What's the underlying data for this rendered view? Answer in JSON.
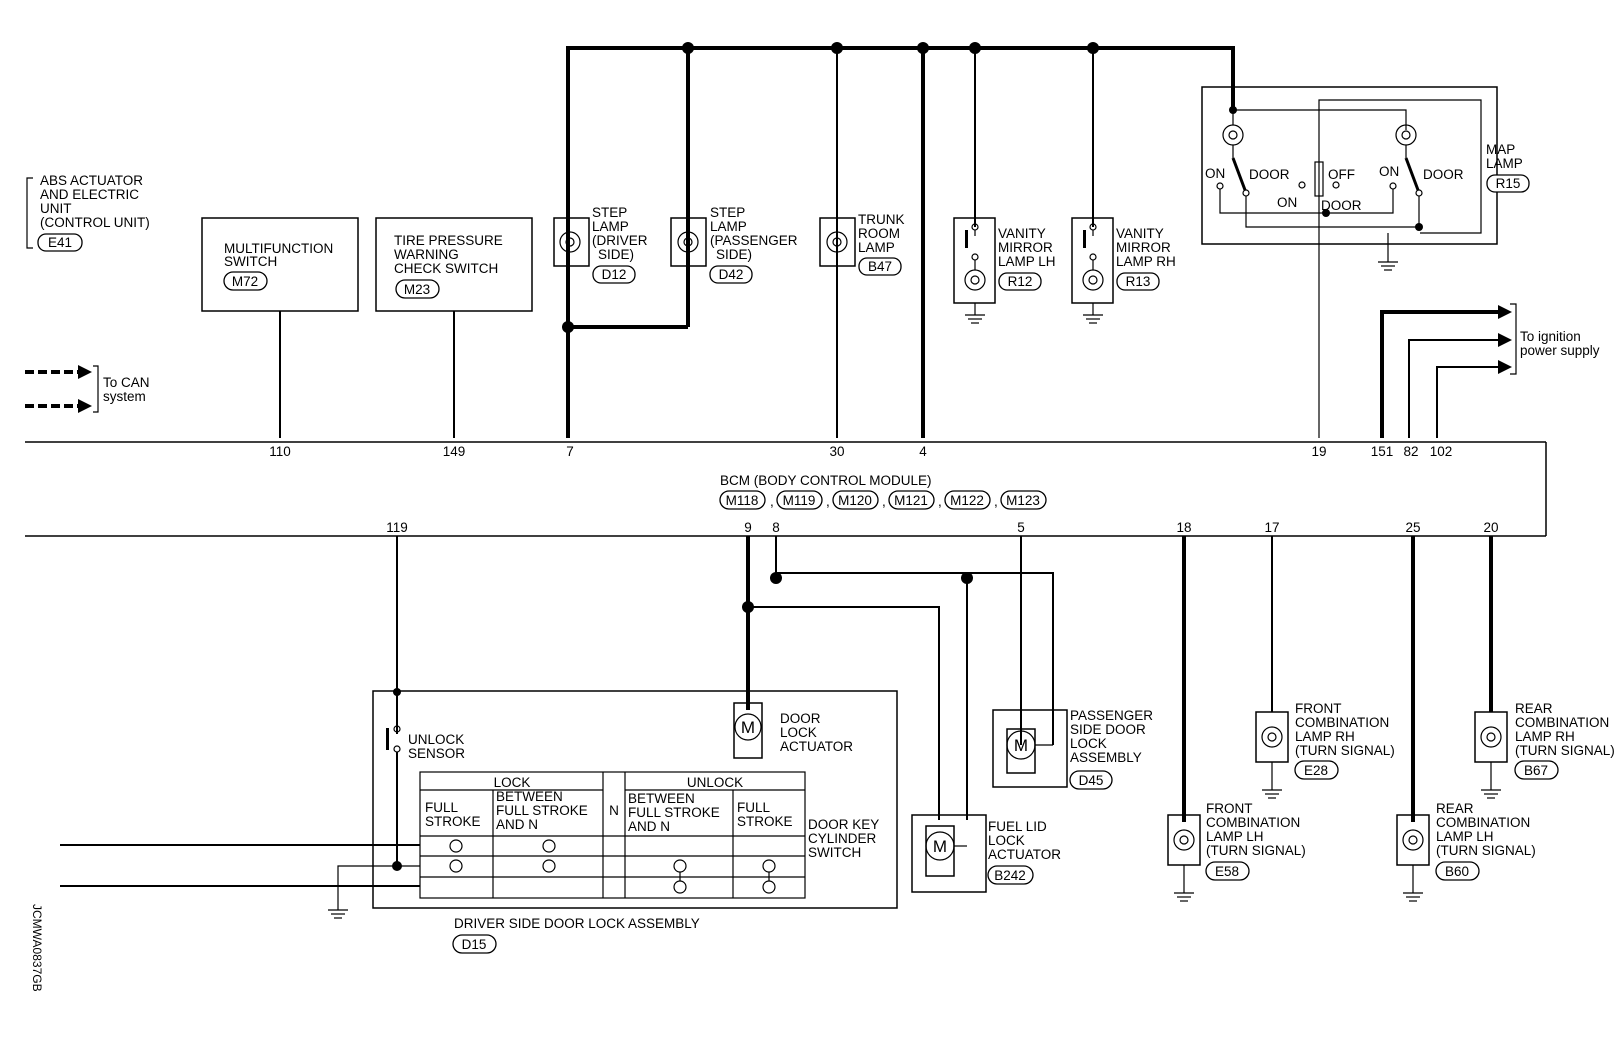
{
  "abs_unit": {
    "lines": [
      "ABS ACTUATOR",
      "AND ELECTRIC",
      "UNIT",
      "(CONTROL UNIT)"
    ],
    "connector": "E41"
  },
  "can": {
    "lines": [
      "To CAN",
      "system"
    ]
  },
  "ignition": {
    "lines": [
      "To ignition",
      "power supply"
    ]
  },
  "multifunction": {
    "lines": [
      "MULTIFUNCTION",
      "SWITCH"
    ],
    "connector": "M72",
    "terminal": "110"
  },
  "tire_pressure": {
    "lines": [
      "TIRE PRESSURE",
      "WARNING",
      "CHECK SWITCH"
    ],
    "connector": "M23",
    "terminal": "149"
  },
  "step_lamp_driver": {
    "lines": [
      "STEP",
      "LAMP",
      "(DRIVER",
      "SIDE)"
    ],
    "connector": "D12"
  },
  "step_lamp_passenger": {
    "lines": [
      "STEP",
      "LAMP",
      "(PASSENGER",
      "SIDE)"
    ],
    "connector": "D42"
  },
  "trunk_lamp": {
    "lines": [
      "TRUNK",
      "ROOM",
      "LAMP"
    ],
    "connector": "B47"
  },
  "vanity_lh": {
    "lines": [
      "VANITY",
      "MIRROR",
      "LAMP LH"
    ],
    "connector": "R12"
  },
  "vanity_rh": {
    "lines": [
      "VANITY",
      "MIRROR",
      "LAMP RH"
    ],
    "connector": "R13"
  },
  "map_lamp": {
    "lines": [
      "MAP",
      "LAMP"
    ],
    "connector": "R15",
    "switch_labels": {
      "on_left": "ON",
      "door_left": "DOOR",
      "off": "OFF",
      "on_mid": "ON",
      "door_mid": "DOOR",
      "on_right": "ON",
      "door_right": "DOOR"
    }
  },
  "bcm": {
    "title": "BCM (BODY CONTROL MODULE)",
    "connectors": [
      "M118",
      "M119",
      "M120",
      "M121",
      "M122",
      "M123"
    ],
    "top_terminals": [
      "110",
      "149",
      "7",
      "30",
      "4",
      "19",
      "151",
      "82",
      "102"
    ],
    "bottom_terminals": [
      "119",
      "9",
      "8",
      "5",
      "18",
      "17",
      "25",
      "20"
    ]
  },
  "unlock_sensor": {
    "lines": [
      "UNLOCK",
      "SENSOR"
    ]
  },
  "door_lock_actuator": {
    "lines": [
      "DOOR",
      "LOCK",
      "ACTUATOR"
    ],
    "symbol": "M"
  },
  "key_cylinder": {
    "lines": [
      "DOOR KEY",
      "CYLINDER",
      "SWITCH"
    ],
    "lock": "LOCK",
    "unlock": "UNLOCK",
    "neutral": "N",
    "full_stroke": [
      "FULL",
      "STROKE"
    ],
    "between": [
      "BETWEEN",
      "FULL STROKE",
      "AND N"
    ]
  },
  "driver_door_assembly": {
    "title": "DRIVER SIDE DOOR LOCK ASSEMBLY",
    "connector": "D15"
  },
  "passenger_door": {
    "lines": [
      "PASSENGER",
      "SIDE DOOR",
      "LOCK",
      "ASSEMBLY"
    ],
    "connector": "D45",
    "symbol": "M"
  },
  "fuel_lid": {
    "lines": [
      "FUEL LID",
      "LOCK",
      "ACTUATOR"
    ],
    "connector": "B242",
    "symbol": "M"
  },
  "front_lamp_lh": {
    "lines": [
      "FRONT",
      "COMBINATION",
      "LAMP LH",
      "(TURN SIGNAL)"
    ],
    "connector": "E58"
  },
  "front_lamp_rh": {
    "lines": [
      "FRONT",
      "COMBINATION",
      "LAMP RH",
      "(TURN SIGNAL)"
    ],
    "connector": "E28"
  },
  "rear_lamp_lh": {
    "lines": [
      "REAR",
      "COMBINATION",
      "LAMP LH",
      "(TURN SIGNAL)"
    ],
    "connector": "B60"
  },
  "rear_lamp_rh": {
    "lines": [
      "REAR",
      "COMBINATION",
      "LAMP RH",
      "(TURN SIGNAL)"
    ],
    "connector": "B67"
  },
  "figure_code": "JCMWA0837GB"
}
